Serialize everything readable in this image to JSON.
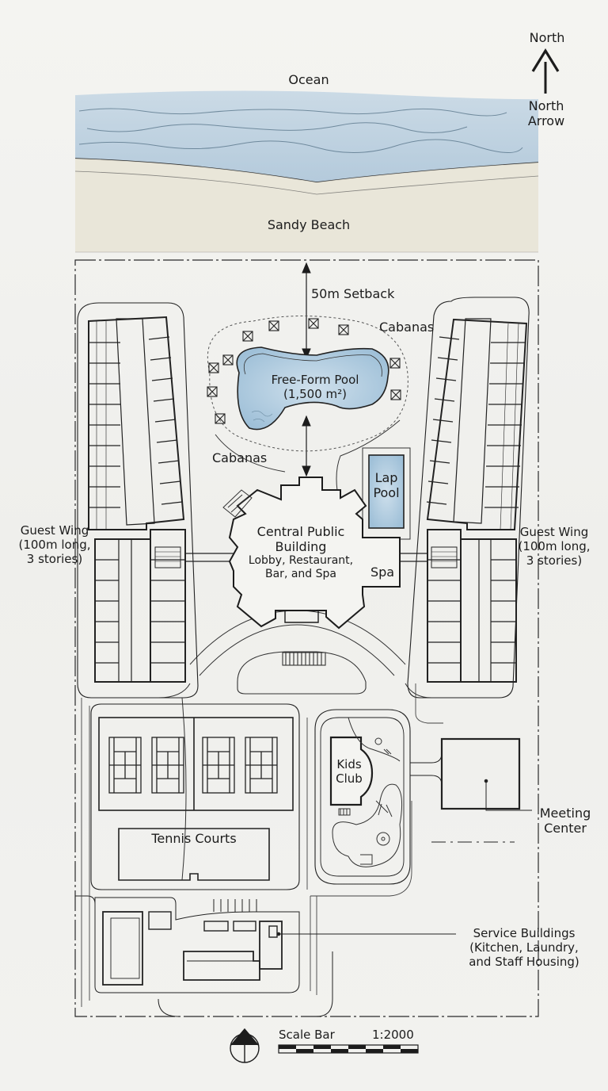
{
  "labels": {
    "north": "North",
    "north_arrow": [
      "North",
      "Arrow"
    ],
    "ocean": "Ocean",
    "sandy_beach": "Sandy Beach",
    "setback": "50m Setback",
    "cabanas_top": "Cabanas",
    "cabanas_left": "Cabanas",
    "pool": [
      "Free-Form Pool",
      "(1,500 m²)"
    ],
    "lap_pool": [
      "Lap",
      "Pool"
    ],
    "central_building": [
      "Central Public",
      "Building",
      "Lobby, Restaurant,",
      "Bar, and Spa"
    ],
    "spa": "Spa",
    "guest_wing_left": [
      "Guest Wing",
      "(100m long,",
      "3 stories)"
    ],
    "guest_wing_right": [
      "Guest Wing",
      "(100m long,",
      "3 stories)"
    ],
    "tennis_courts": "Tennis Courts",
    "kids_club": [
      "Kids",
      "Club"
    ],
    "meeting_center": [
      "Meeting",
      "Center"
    ],
    "service_buildings": [
      "Service Buildings",
      "(Kitchen, Laundry,",
      "and Staff Housing)"
    ],
    "scale_bar": "Scale Bar",
    "scale": "1:2000"
  },
  "colors": {
    "ink": "#1c1c1c",
    "water": "#a9c6dc",
    "sand": "#e6e1d2",
    "paper": "#f1f1ee"
  }
}
